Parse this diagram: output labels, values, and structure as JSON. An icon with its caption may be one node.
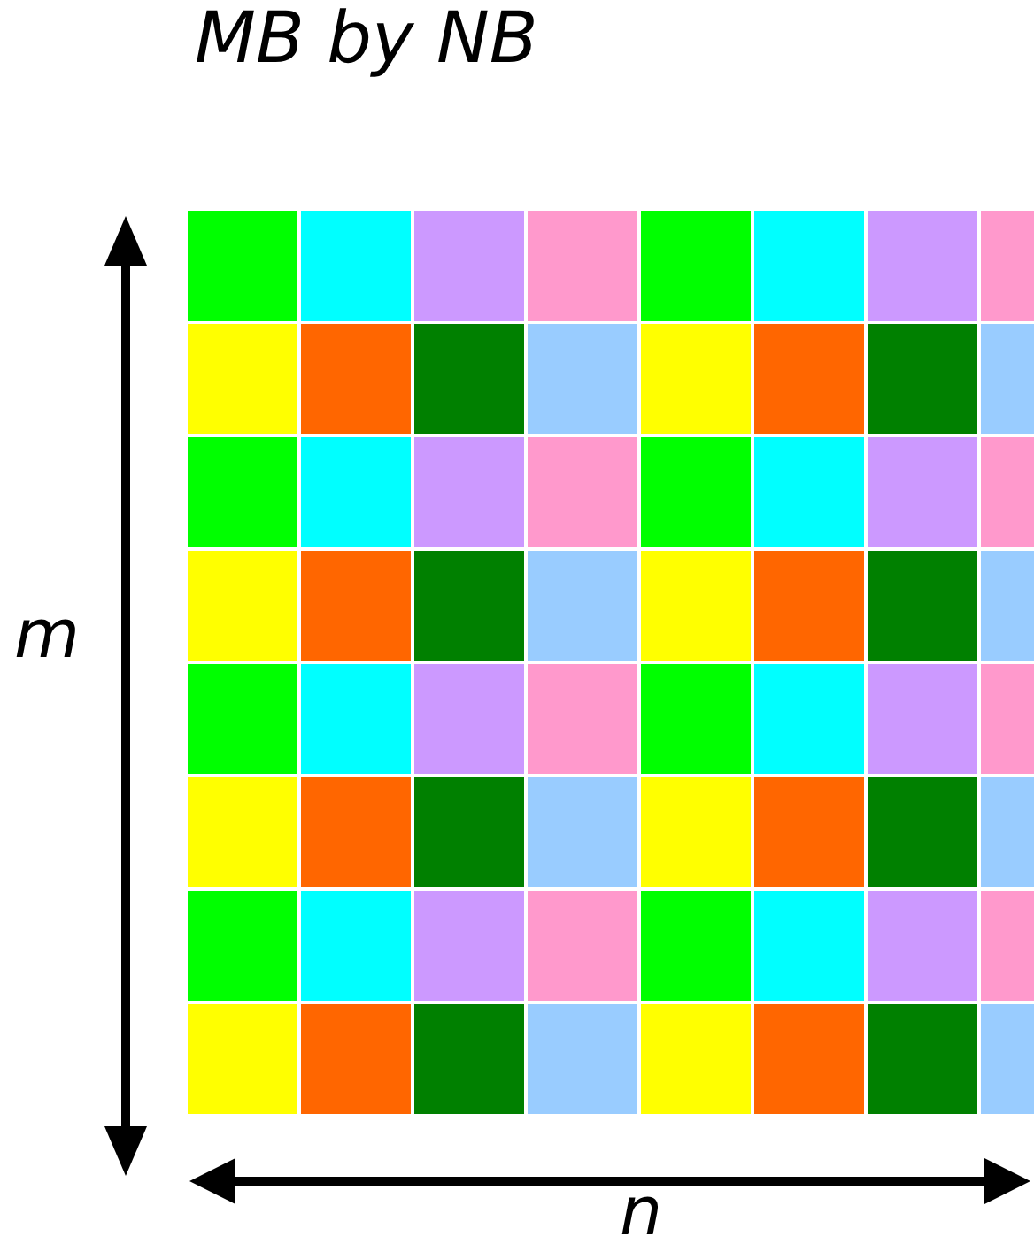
{
  "diagram": {
    "title": "MB by NB",
    "labels": [
      "m",
      "n"
    ]
  }
}
